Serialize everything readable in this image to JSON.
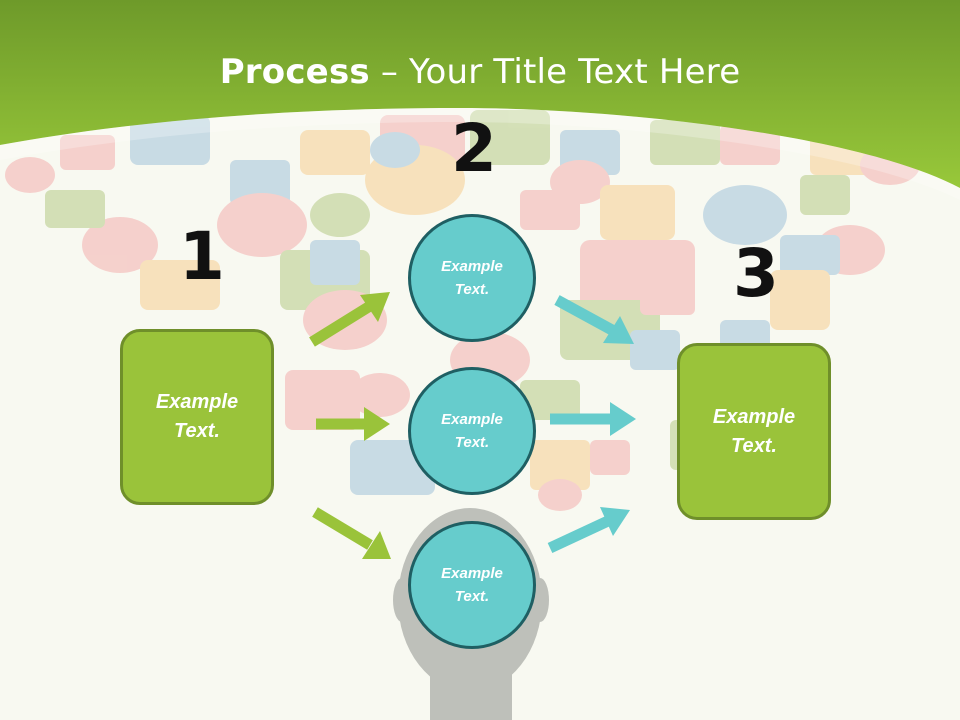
{
  "slide": {
    "title_bold": "Process",
    "title_rest": " – Your Title Text Here"
  },
  "steps": [
    {
      "number": "1",
      "box_line1": "Example",
      "box_line2": "Text."
    },
    {
      "number": "2"
    },
    {
      "number": "3",
      "box_line1": "Example",
      "box_line2": "Text."
    }
  ],
  "circles": [
    {
      "line1": "Example",
      "line2": "Text."
    },
    {
      "line1": "Example",
      "line2": "Text."
    },
    {
      "line1": "Example",
      "line2": "Text."
    }
  ],
  "colors": {
    "green": "#9ac33a",
    "green_dark": "#6f8f2a",
    "teal": "#66cccc",
    "teal_dark": "#1f5f63",
    "header_green": "#8cbc32"
  }
}
